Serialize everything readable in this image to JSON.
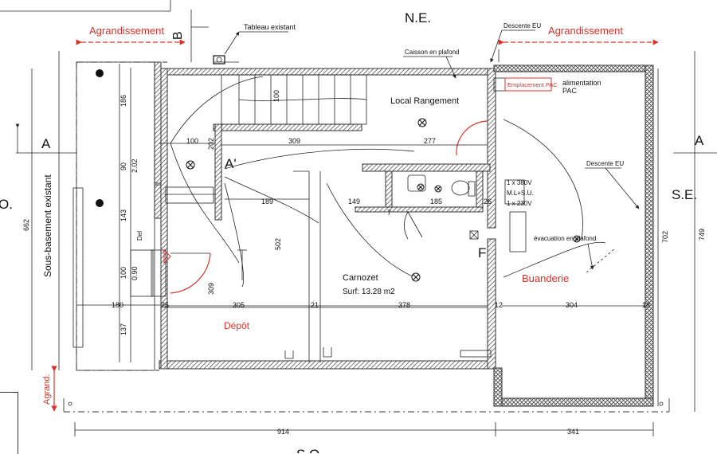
{
  "orientation": {
    "north_east": "N.E.",
    "south_east": "S.E.",
    "south_west": "S.O.",
    "west": "O."
  },
  "section_marks": {
    "a_left": "A",
    "a_right": "A",
    "a_prime": "A'",
    "b": "B"
  },
  "extensions": {
    "left": "Agrandissement",
    "right": "Agrandissement",
    "bottom": "Agrand."
  },
  "annotations": {
    "tableau": "Tableau existant",
    "descente_eu_top": "Descente EU",
    "caisson": "Caisson en plafond",
    "emplacement_pac": "Emplacement PAC",
    "alimentation": "alimentation",
    "alimentation_pac": "PAC",
    "descente_eu_right": "Descente EU",
    "evacuation": "évacuation en plafond",
    "elec_1": "1 x 380V",
    "elec_2": "M.L+S.U.",
    "elec_3": "1 x 230V",
    "del": "Del",
    "f": "F",
    "sous_sol": "Sous-basement existant"
  },
  "rooms": {
    "local": "Local Rangement",
    "carnozet": "Carnozet",
    "carnozet_area": "Surf: 13.28 m2",
    "depot": "Dépôt",
    "buanderie": "Buanderie"
  },
  "dimensions": {
    "top_100": "100",
    "top_202": "202",
    "top_309": "309",
    "top_277": "277",
    "mid_189": "189",
    "mid_149": "149",
    "mid_7": "7",
    "mid_185": "185",
    "mid_26": "26",
    "v_186": "186",
    "v_90": "90",
    "v_202": "2.02",
    "v_143": "143",
    "v_100": "100",
    "v_090": "0.90",
    "v_137": "137",
    "v_502": "502",
    "v_309": "309",
    "v_100b": "100",
    "b_180": "180",
    "b_25": "25",
    "b_305": "305",
    "b_21": "21",
    "b_378": "378",
    "b_12": "12",
    "b_304": "304",
    "b_18": "18",
    "left_662": "662",
    "right_702": "702",
    "right_749": "749",
    "bottom_914": "914",
    "bottom_341": "341"
  },
  "colors": {
    "accent": "#d8322a",
    "ink": "#222222",
    "hatch": "#555555"
  }
}
